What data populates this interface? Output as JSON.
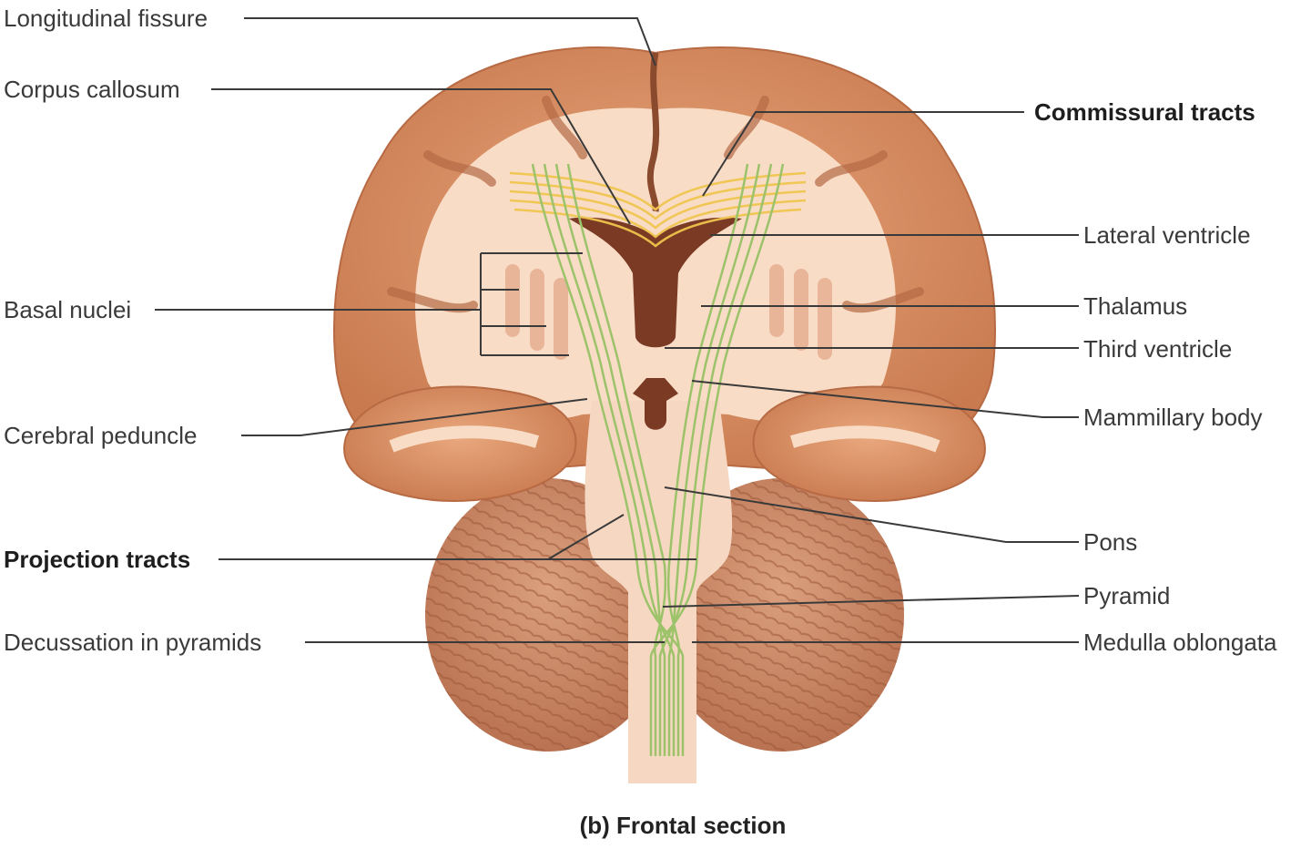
{
  "figure": {
    "caption": "(b) Frontal section",
    "colors": {
      "cortex": "#d98e62",
      "white_matter": "#f8dcc6",
      "ventricle": "#7a3a24",
      "cerebellum": "#c98562",
      "commissural_fibers": "#f0c54e",
      "projection_fibers": "#9cc36a",
      "leader_line": "#3a3a3a"
    }
  },
  "labels": {
    "longitudinal_fissure": "Longitudinal fissure",
    "corpus_callosum": "Corpus callosum",
    "commissural_tracts": "Commissural tracts",
    "lateral_ventricle": "Lateral ventricle",
    "basal_nuclei": "Basal nuclei",
    "thalamus": "Thalamus",
    "third_ventricle": "Third ventricle",
    "mammillary_body": "Mammillary body",
    "cerebral_peduncle": "Cerebral peduncle",
    "pons": "Pons",
    "projection_tracts": "Projection tracts",
    "pyramid": "Pyramid",
    "decussation_in_pyramids": "Decussation in pyramids",
    "medulla_oblongata": "Medulla oblongata"
  }
}
